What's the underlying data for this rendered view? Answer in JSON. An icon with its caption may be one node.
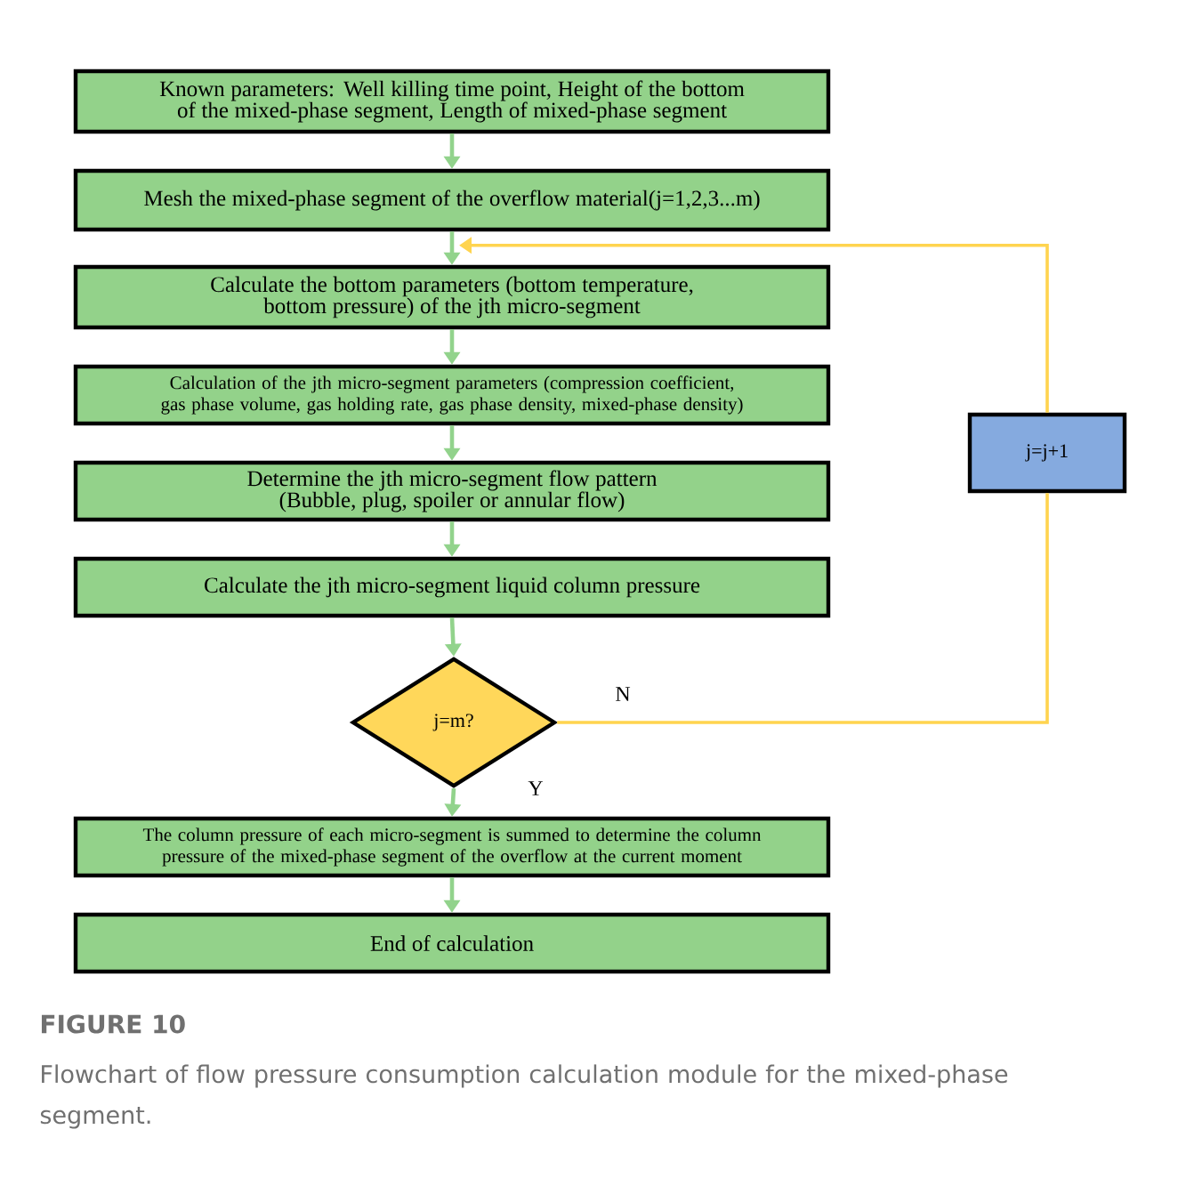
{
  "diagram": {
    "title": "FIGURE 10",
    "caption": "Flowchart of flow pressure consumption calculation module for the mixed-phase segment.",
    "nodes": [
      {
        "text": [
          "Known parameters: Well killing time point, Height of the bottom of the mixed-phase segment, Length of mixed-phase segment"
        ]
      },
      {
        "text": [
          "Mesh the mixed-phase segment of the overflow material(j=1,2,3...m)"
        ]
      },
      {
        "text": [
          "Calculate the bottom parameters (bottom temperature, bottom pressure) of the  jth micro-segment"
        ]
      },
      {
        "text": [
          "Calculation of the jth micro-segment parameters (compression coefficient, gas phase volume, gas holding rate, gas phase density, mixed-phase density)"
        ]
      },
      {
        "text": [
          "Determine the jth micro-segment flow pattern (Bubble, plug, spoiler or annular flow)"
        ]
      },
      {
        "text": [
          "Calculate the jth micro-segment liquid column pressure"
        ]
      },
      {
        "text": [
          "j=m?"
        ]
      },
      {
        "text": [
          "The column pressure of each micro-segment is summed to determine the column pressure of the mixed-phase segment of the overflow at the current moment"
        ]
      },
      {
        "text": [
          "End of calculation"
        ]
      },
      {
        "text": [
          "j=j+1"
        ]
      }
    ],
    "edges": [
      {
        "from": 0,
        "to": 1,
        "arrow": "to"
      },
      {
        "from": 1,
        "to": 2,
        "arrow": "to"
      },
      {
        "from": 2,
        "to": 3,
        "arrow": "to"
      },
      {
        "from": 3,
        "to": 4,
        "arrow": "to"
      },
      {
        "from": 4,
        "to": 5,
        "arrow": "to"
      },
      {
        "from": 5,
        "to": 6,
        "arrow": "to"
      },
      {
        "from": 6,
        "to": 7,
        "arrow": "to",
        "label": "Y"
      },
      {
        "from": 7,
        "to": 8,
        "arrow": "to"
      },
      {
        "from": 6,
        "to": 9,
        "arrow": "none",
        "label": "N",
        "color": "#ffd44f"
      },
      {
        "from": 9,
        "to": 2,
        "arrow": "to",
        "color": "#ffd44f"
      }
    ]
  }
}
